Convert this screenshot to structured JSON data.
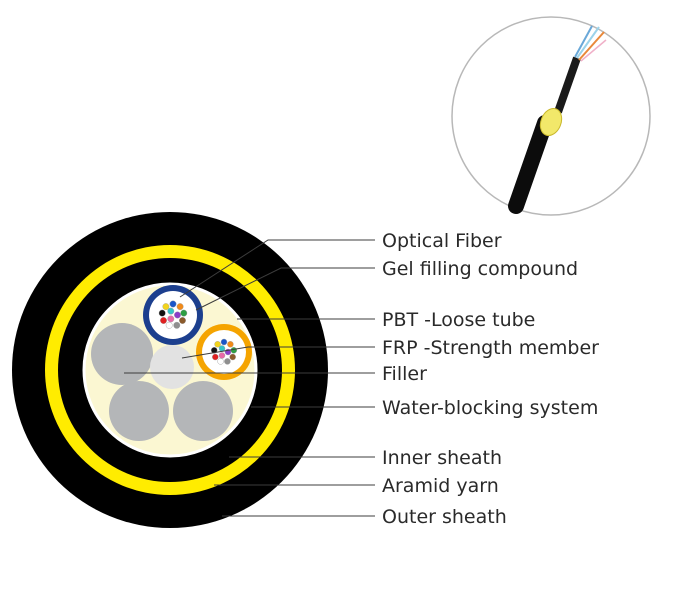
{
  "diagram": {
    "labels": [
      {
        "id": "optical-fiber",
        "text": "Optical Fiber"
      },
      {
        "id": "gel-filling-compound",
        "text": "Gel filling compound"
      },
      {
        "id": "pbt-loose-tube",
        "text": "PBT -Loose tube"
      },
      {
        "id": "frp-strength-member",
        "text": "FRP -Strength member"
      },
      {
        "id": "filler",
        "text": "Filler"
      },
      {
        "id": "water-blocking-system",
        "text": "Water-blocking system"
      },
      {
        "id": "inner-sheath",
        "text": "Inner sheath"
      },
      {
        "id": "aramid-yarn",
        "text": "Aramid yarn"
      },
      {
        "id": "outer-sheath",
        "text": "Outer sheath"
      }
    ],
    "colors": {
      "sheath": "#000000",
      "aramid_yarn": "#ffec00",
      "gel_compound": "#fbf7d2",
      "filler": "#b4b6b8",
      "strength_member": "#e2e2e2",
      "tube_blue": "#1c3f8e",
      "tube_orange": "#f5a400",
      "leader_line": "#3c3c3c",
      "label_text": "#2a2a2a"
    },
    "fiber_colors": [
      "#1a55c8",
      "#f08a1a",
      "#2e9e44",
      "#8b5a2b",
      "#8f8f8f",
      "#ffffff",
      "#e02020",
      "#111111",
      "#f2d41c",
      "#8a3cc8",
      "#e86aa8",
      "#35c4c8"
    ]
  }
}
